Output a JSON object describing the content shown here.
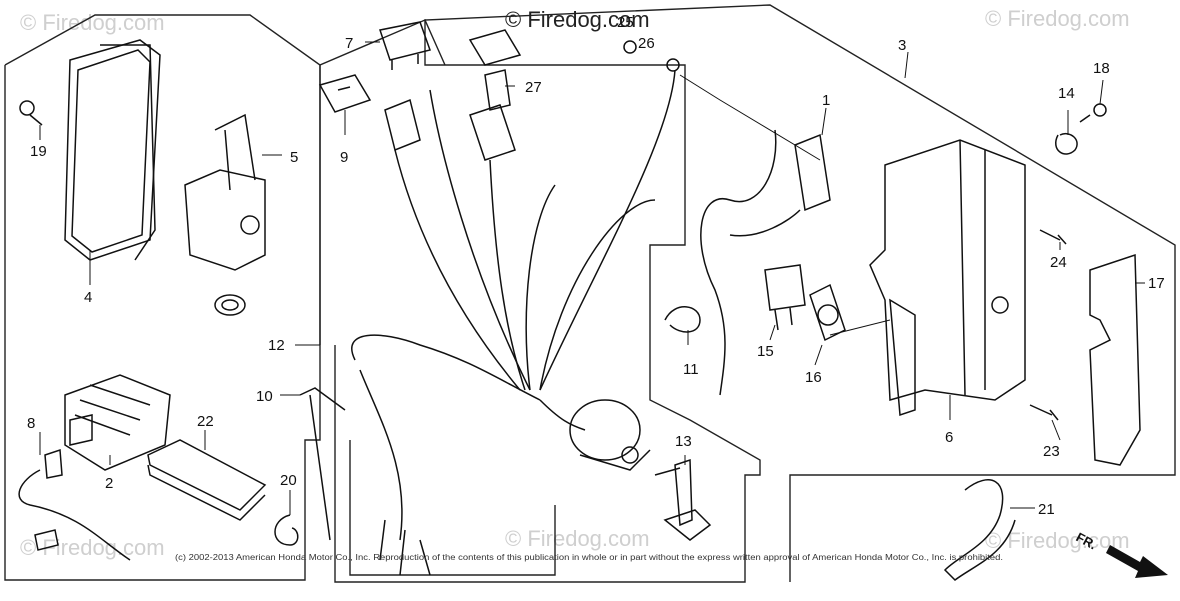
{
  "watermark": {
    "main": "© Firedog.com",
    "faded": "© Firedog.com"
  },
  "copyright": "(c) 2002-2013 American Honda Motor Co., Inc. Reproduction of the contents of this publication in whole or in part without the express written approval of American Honda Motor Co., Inc. is prohibited.",
  "direction_label": "FR.",
  "callouts": {
    "p1": "1",
    "p2": "2",
    "p3": "3",
    "p4": "4",
    "p5": "5",
    "p6": "6",
    "p7": "7",
    "p8": "8",
    "p9": "9",
    "p10": "10",
    "p11": "11",
    "p12": "12",
    "p13": "13",
    "p14": "14",
    "p15": "15",
    "p16": "16",
    "p17": "17",
    "p18": "18",
    "p19": "19",
    "p20": "20",
    "p21": "21",
    "p22": "22",
    "p23": "23",
    "p24": "24",
    "p25": "25",
    "p26": "26",
    "p27": "27"
  },
  "icons": {
    "direction_arrow": "arrow-right-down-icon"
  }
}
